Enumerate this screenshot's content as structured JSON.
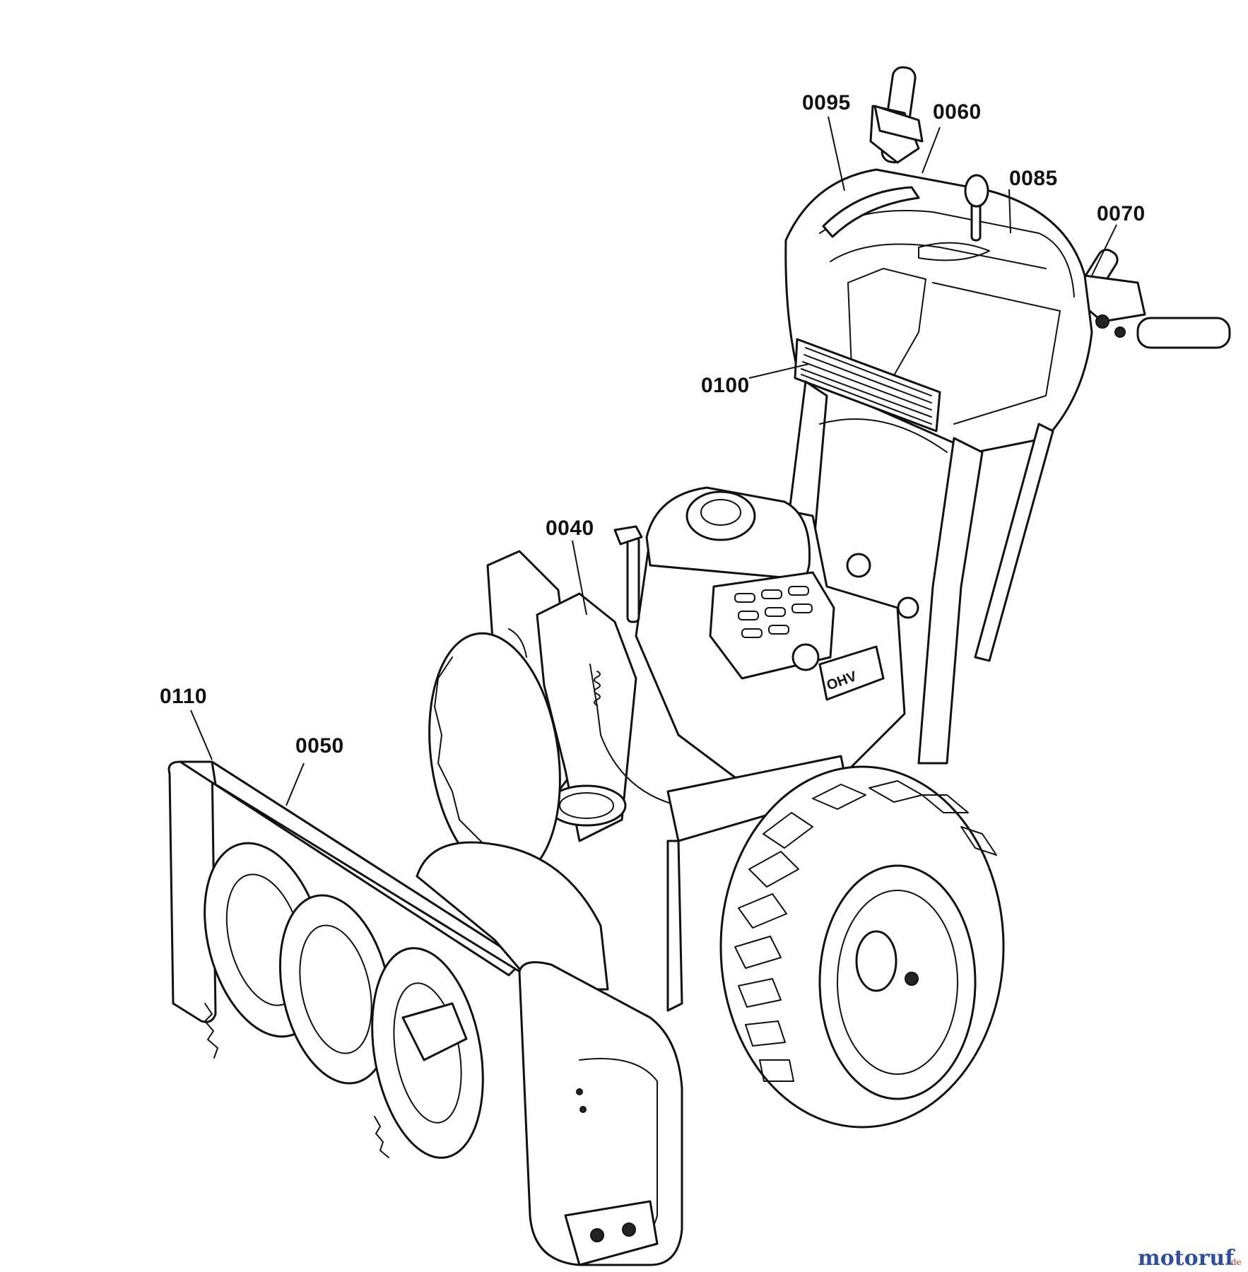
{
  "callouts": {
    "c0095": "0095",
    "c0060": "0060",
    "c0085": "0085",
    "c0070": "0070",
    "c0100": "0100",
    "c0040": "0040",
    "c0110": "0110",
    "c0050": "0050"
  },
  "engine_label": "OHV",
  "watermark": {
    "name": "motoruf",
    "tld": ".de"
  },
  "colors": {
    "line": "#111111",
    "watermark_blue": "#2f4fa0",
    "watermark_red": "#c0392b"
  }
}
